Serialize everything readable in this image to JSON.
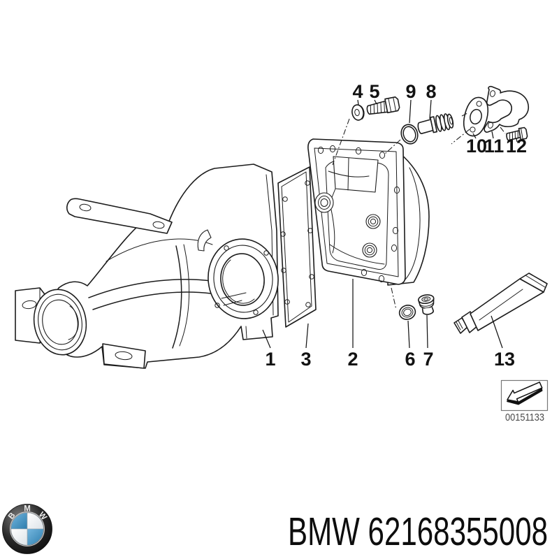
{
  "diagram": {
    "callouts": {
      "1": "1",
      "2": "2",
      "3": "3",
      "4": "4",
      "5": "5",
      "6": "6",
      "7": "7",
      "8": "8",
      "9": "9",
      "10": "10",
      "11": "11",
      "12": "12",
      "13": "13"
    },
    "stamp_code": "00151133"
  },
  "footer": {
    "brand": "BMW",
    "part_number": "62168355008",
    "full_text": "BMW 62168355008"
  },
  "logo": {
    "letters": {
      "b": "B",
      "m": "M",
      "w": "W"
    }
  },
  "colors": {
    "line": "#1c1c1c",
    "stamp_text": "#4a4a4a",
    "footer_text": "#0d0d0d",
    "logo_blue": "#4296c8",
    "logo_ring_dark": "#161616"
  }
}
